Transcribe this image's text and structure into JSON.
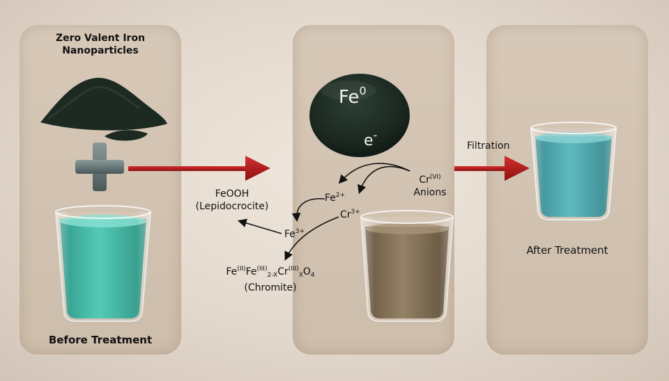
{
  "left_panel": {
    "title_line1": "Zero Valent Iron",
    "title_line2": "Nanoparticles",
    "caption": "Before Treatment"
  },
  "middle_panel": {
    "fe_symbol": "Fe",
    "fe_oxidation": "0",
    "electron_symbol": "e",
    "electron_charge": "-"
  },
  "reaction": {
    "fe2_symbol": "Fe",
    "fe2_charge": "2+",
    "cr3_symbol": "Cr",
    "cr3_charge": "3+",
    "fe3_symbol": "Fe",
    "fe3_charge": "3+",
    "crvi_symbol": "Cr",
    "crvi_state": "(VI)",
    "anions": "Anions",
    "feooh": "FeOOH",
    "lepidocrocite": "(Lepidocrocite)",
    "chromite_formula": {
      "p1": "Fe",
      "s1": "(II)",
      "p2": "Fe",
      "s2": "(III)",
      "b2": "2-X",
      "p3": "Cr",
      "s3": "(III)",
      "b3": "X",
      "p4": "O",
      "b4": "4"
    },
    "chromite": "(Chromite)"
  },
  "right_panel": {
    "filtration": "Filtration",
    "caption": "After Treatment"
  },
  "colors": {
    "arrow_red": "#b01818",
    "iron_black": "#1c2a22",
    "water_before": "#2fae9a",
    "water_mid": "#6e5a3e",
    "water_after": "#3a9aa0"
  }
}
